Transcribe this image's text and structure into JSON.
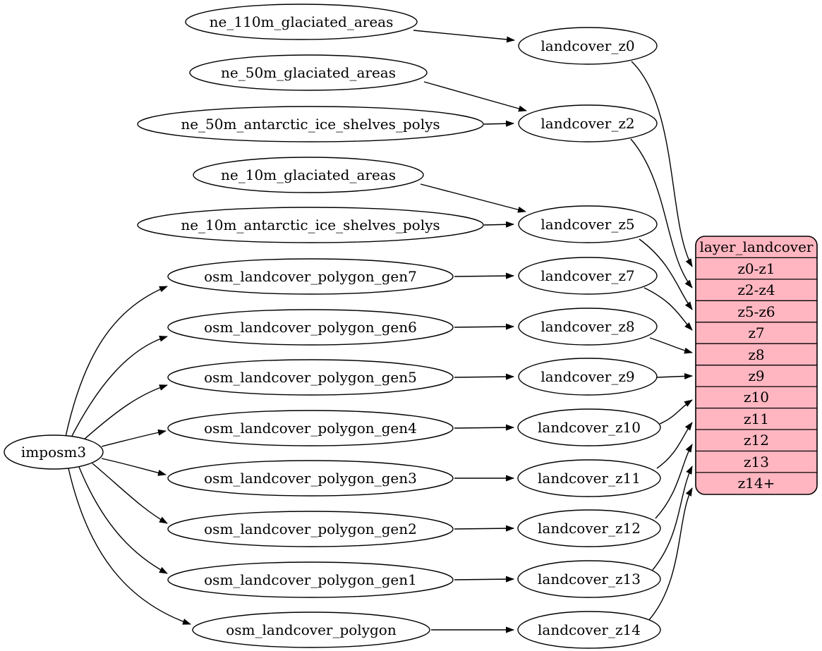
{
  "diagram": {
    "type": "dependency-graph",
    "background": "#ffffff",
    "node_fill": "#ffffff",
    "edge_color": "#000000",
    "nodes": {
      "imposm3": "imposm3",
      "ne_110m_glaciated_areas": "ne_110m_glaciated_areas",
      "ne_50m_glaciated_areas": "ne_50m_glaciated_areas",
      "ne_50m_antarctic_ice_shelves_polys": "ne_50m_antarctic_ice_shelves_polys",
      "ne_10m_glaciated_areas": "ne_10m_glaciated_areas",
      "ne_10m_antarctic_ice_shelves_polys": "ne_10m_antarctic_ice_shelves_polys",
      "osm_landcover_polygon_gen7": "osm_landcover_polygon_gen7",
      "osm_landcover_polygon_gen6": "osm_landcover_polygon_gen6",
      "osm_landcover_polygon_gen5": "osm_landcover_polygon_gen5",
      "osm_landcover_polygon_gen4": "osm_landcover_polygon_gen4",
      "osm_landcover_polygon_gen3": "osm_landcover_polygon_gen3",
      "osm_landcover_polygon_gen2": "osm_landcover_polygon_gen2",
      "osm_landcover_polygon_gen1": "osm_landcover_polygon_gen1",
      "osm_landcover_polygon": "osm_landcover_polygon",
      "landcover_z0": "landcover_z0",
      "landcover_z2": "landcover_z2",
      "landcover_z5": "landcover_z5",
      "landcover_z7": "landcover_z7",
      "landcover_z8": "landcover_z8",
      "landcover_z9": "landcover_z9",
      "landcover_z10": "landcover_z10",
      "landcover_z11": "landcover_z11",
      "landcover_z12": "landcover_z12",
      "landcover_z13": "landcover_z13",
      "landcover_z14": "landcover_z14"
    },
    "record": {
      "title": "layer_landcover",
      "rows": [
        "z0-z1",
        "z2-z4",
        "z5-z6",
        "z7",
        "z8",
        "z9",
        "z10",
        "z11",
        "z12",
        "z13",
        "z14+"
      ],
      "fill": "#ffb6c1",
      "stroke": "#000000"
    },
    "edges": [
      {
        "from": "ne_110m_glaciated_areas",
        "to": "landcover_z0"
      },
      {
        "from": "ne_50m_glaciated_areas",
        "to": "landcover_z2"
      },
      {
        "from": "ne_50m_antarctic_ice_shelves_polys",
        "to": "landcover_z2"
      },
      {
        "from": "ne_10m_glaciated_areas",
        "to": "landcover_z5"
      },
      {
        "from": "ne_10m_antarctic_ice_shelves_polys",
        "to": "landcover_z5"
      },
      {
        "from": "imposm3",
        "to": "osm_landcover_polygon_gen7"
      },
      {
        "from": "imposm3",
        "to": "osm_landcover_polygon_gen6"
      },
      {
        "from": "imposm3",
        "to": "osm_landcover_polygon_gen5"
      },
      {
        "from": "imposm3",
        "to": "osm_landcover_polygon_gen4"
      },
      {
        "from": "imposm3",
        "to": "osm_landcover_polygon_gen3"
      },
      {
        "from": "imposm3",
        "to": "osm_landcover_polygon_gen2"
      },
      {
        "from": "imposm3",
        "to": "osm_landcover_polygon_gen1"
      },
      {
        "from": "imposm3",
        "to": "osm_landcover_polygon"
      },
      {
        "from": "osm_landcover_polygon_gen7",
        "to": "landcover_z7"
      },
      {
        "from": "osm_landcover_polygon_gen6",
        "to": "landcover_z8"
      },
      {
        "from": "osm_landcover_polygon_gen5",
        "to": "landcover_z9"
      },
      {
        "from": "osm_landcover_polygon_gen4",
        "to": "landcover_z10"
      },
      {
        "from": "osm_landcover_polygon_gen3",
        "to": "landcover_z11"
      },
      {
        "from": "osm_landcover_polygon_gen2",
        "to": "landcover_z12"
      },
      {
        "from": "osm_landcover_polygon_gen1",
        "to": "landcover_z13"
      },
      {
        "from": "osm_landcover_polygon",
        "to": "landcover_z14"
      },
      {
        "from": "landcover_z0",
        "to": "layer_landcover:z0-z1"
      },
      {
        "from": "landcover_z2",
        "to": "layer_landcover:z2-z4"
      },
      {
        "from": "landcover_z5",
        "to": "layer_landcover:z5-z6"
      },
      {
        "from": "landcover_z7",
        "to": "layer_landcover:z7"
      },
      {
        "from": "landcover_z8",
        "to": "layer_landcover:z8"
      },
      {
        "from": "landcover_z9",
        "to": "layer_landcover:z9"
      },
      {
        "from": "landcover_z10",
        "to": "layer_landcover:z10"
      },
      {
        "from": "landcover_z11",
        "to": "layer_landcover:z11"
      },
      {
        "from": "landcover_z12",
        "to": "layer_landcover:z12"
      },
      {
        "from": "landcover_z13",
        "to": "layer_landcover:z13"
      },
      {
        "from": "landcover_z14",
        "to": "layer_landcover:z14+"
      }
    ]
  }
}
